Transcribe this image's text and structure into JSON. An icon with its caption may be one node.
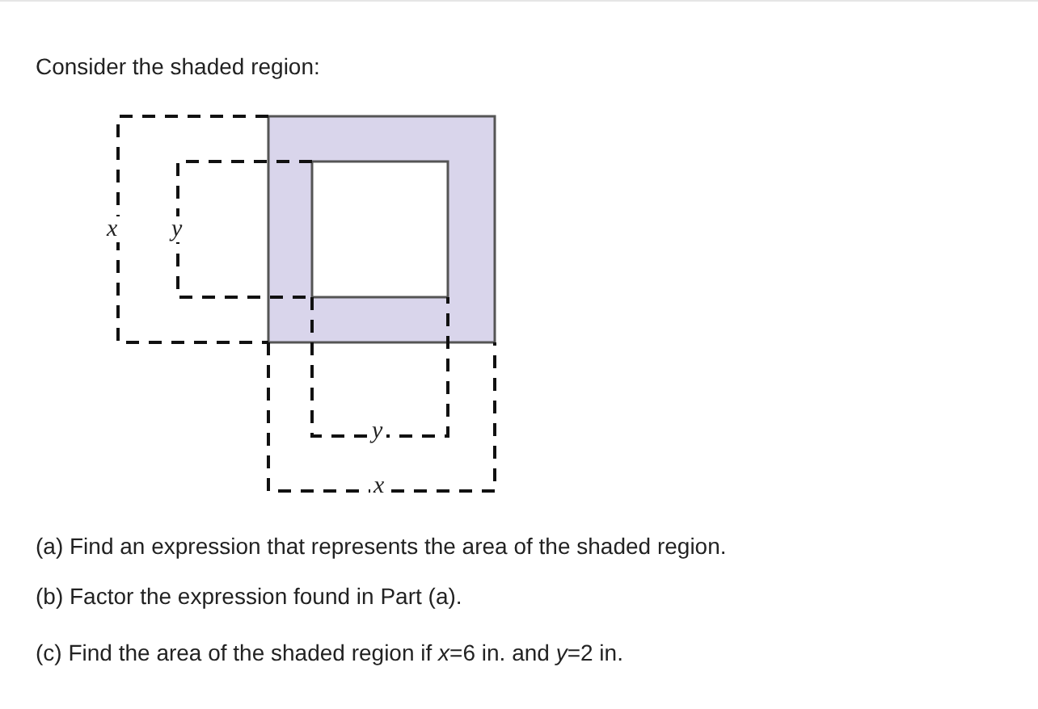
{
  "diagram": {
    "labels": [
      "Consider the shaded region:",
      "x",
      "y",
      "y",
      "x",
      "(a) Find an expression that represents the area of the shaded region.",
      "(b) Factor the expression found in Part (a).",
      "(c) Find the area of the shaded region if *x*=6 in. and *y*=2 in."
    ]
  }
}
